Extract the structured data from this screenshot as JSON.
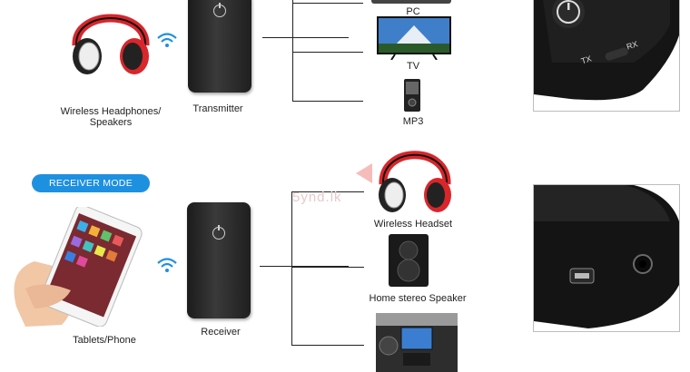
{
  "transmitter_section": {
    "source_label": "Wireless Headphones/\nSpeakers",
    "device_label": "Transmitter",
    "targets": [
      "PC",
      "TV",
      "MP3"
    ]
  },
  "receiver_section": {
    "mode_badge": "RECEIVER MODE",
    "source_label": "Tablets/Phone",
    "device_label": "Receiver",
    "targets": [
      "Wireless Headset",
      "Home stereo Speaker"
    ]
  },
  "closeup_top": {
    "tx_label": "TX",
    "rx_label": "RX"
  },
  "watermark": "5ynd.lk",
  "colors": {
    "badge": "#1e90e0",
    "headphone_red": "#d8262b",
    "wifi": "#1e90e0"
  }
}
